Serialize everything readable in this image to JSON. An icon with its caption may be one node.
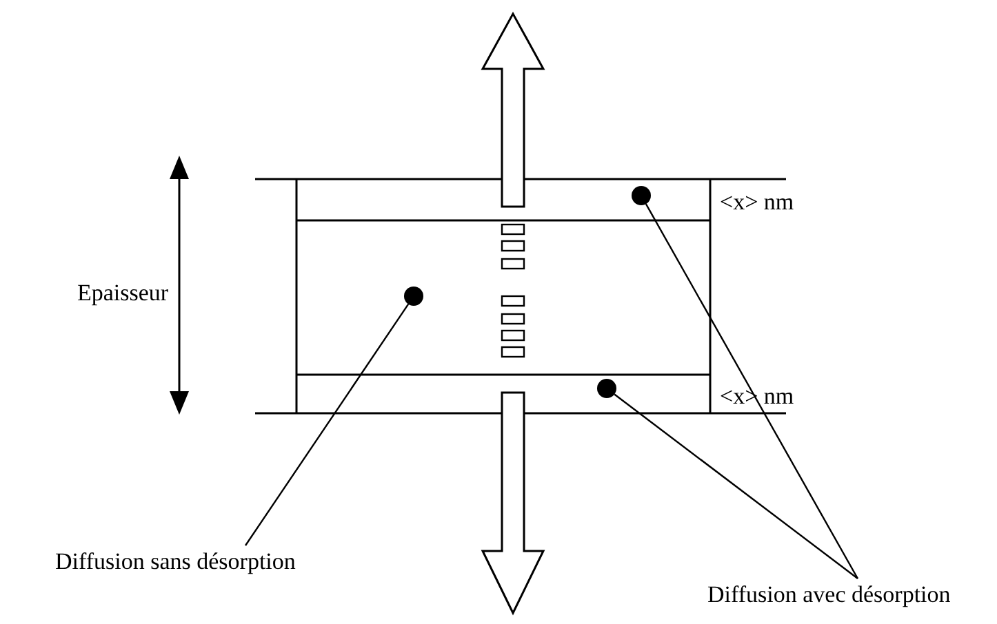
{
  "diagram": {
    "nodes": [
      {
        "text": [
          "Diffusion sans désorption"
        ]
      },
      {
        "text": [
          "Diffusion avec désorption"
        ]
      },
      {
        "text": [],
        "shape": "circle"
      },
      {
        "text": [],
        "shape": "circle"
      },
      {
        "text": [],
        "shape": "circle"
      }
    ],
    "edges": [
      {
        "from": 0,
        "to": 2,
        "arrow": "none"
      },
      {
        "from": 1,
        "to": 3,
        "arrow": "none"
      },
      {
        "from": 1,
        "to": 4,
        "arrow": "none"
      }
    ],
    "labels": [
      "Epaisseur",
      "<x> nm",
      "<x> nm"
    ]
  }
}
